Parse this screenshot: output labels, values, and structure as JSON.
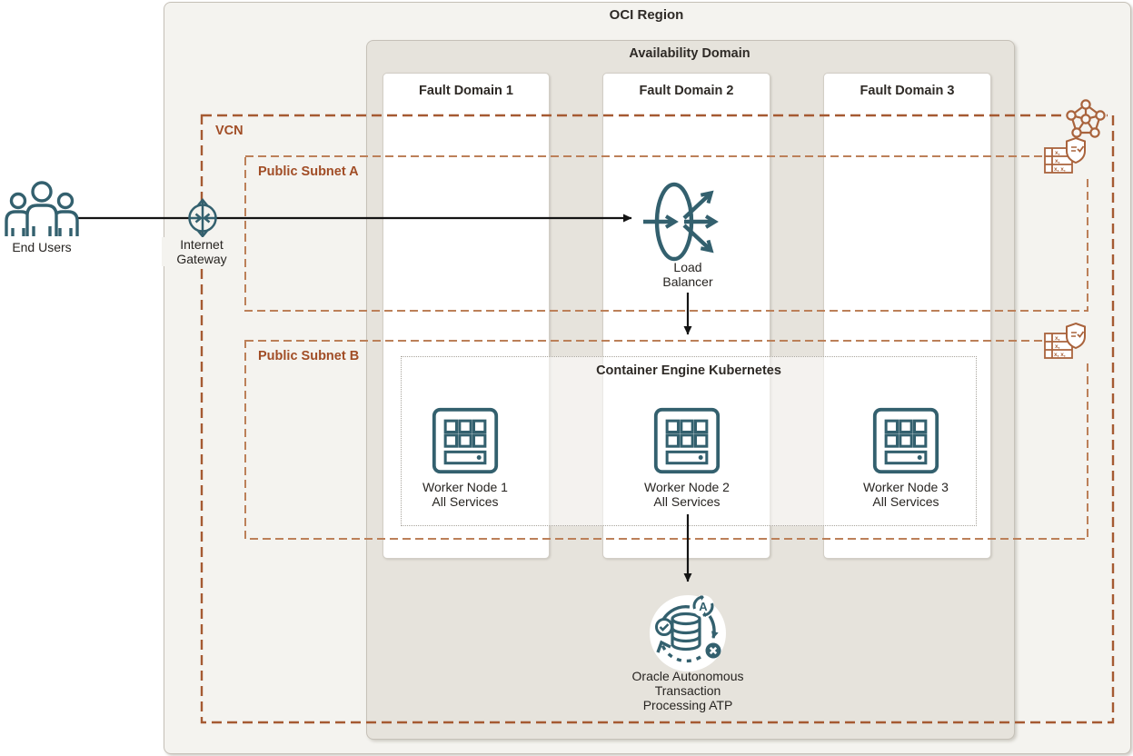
{
  "region": {
    "title": "OCI Region"
  },
  "availability_domain": {
    "title": "Availability Domain"
  },
  "fault_domains": [
    {
      "title": "Fault Domain 1"
    },
    {
      "title": "Fault Domain 2"
    },
    {
      "title": "Fault Domain 3"
    }
  ],
  "vcn": {
    "label": "VCN"
  },
  "subnets": [
    {
      "label": "Public Subnet A"
    },
    {
      "label": "Public Subnet B"
    }
  ],
  "nodes": {
    "end_users": {
      "label": "End Users"
    },
    "internet_gateway": {
      "label": "Internet\nGateway"
    },
    "load_balancer": {
      "label": "Load\nBalancer"
    },
    "cek": {
      "title": "Container Engine Kubernetes"
    },
    "worker_nodes": [
      {
        "label": "Worker Node 1\nAll Services"
      },
      {
        "label": "Worker Node 2\nAll Services"
      },
      {
        "label": "Worker Node 3\nAll Services"
      }
    ],
    "atp": {
      "label": "Oracle Autonomous\nTransaction\nProcessing ATP"
    }
  },
  "icons": {
    "end_users": "end-users-group-icon",
    "internet_gateway": "internet-gateway-icon",
    "load_balancer": "load-balancer-icon",
    "worker_node": "worker-node-server-icon",
    "atp": "autonomous-database-icon",
    "vcn_corner": "vcn-network-pentagon-icon",
    "subnet_security": "security-list-icon"
  },
  "colors": {
    "teal_icon": "#33606e",
    "vcn_border": "#a55a32",
    "subnet_border": "#bc8059",
    "rust_label": "#a14d26",
    "region_bg": "#f4f3ef",
    "availability_bg": "#e6e3dc",
    "arrow": "#141414"
  }
}
